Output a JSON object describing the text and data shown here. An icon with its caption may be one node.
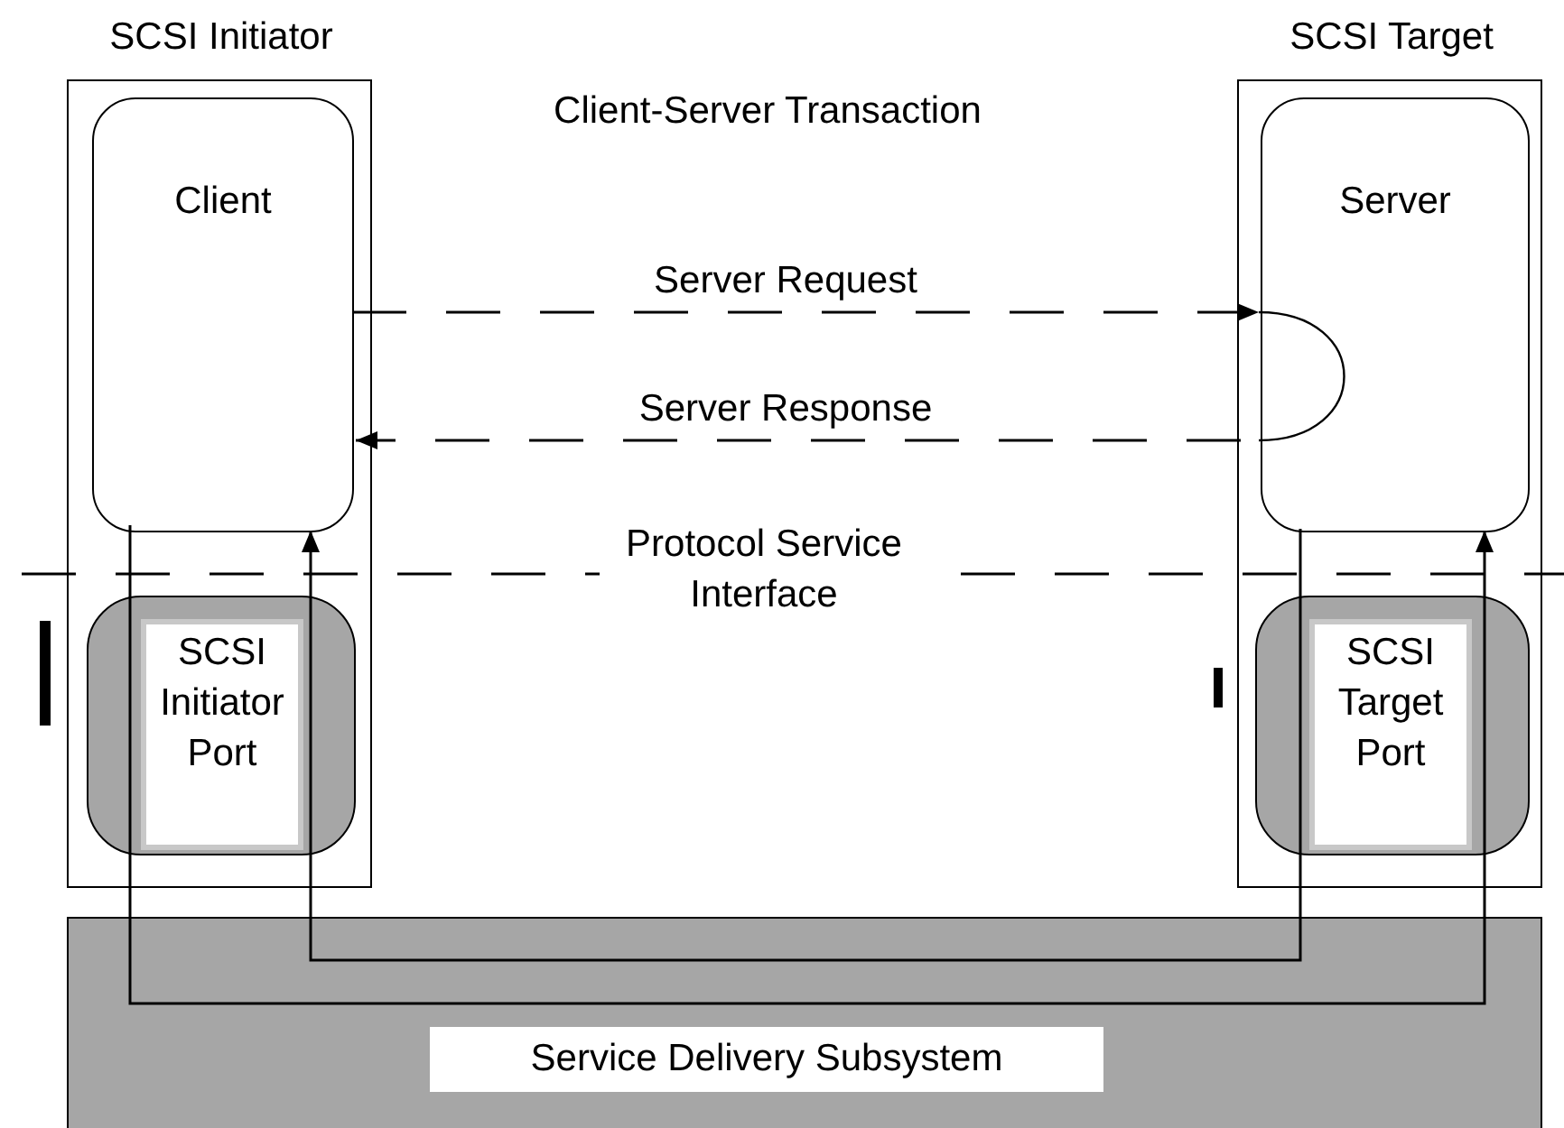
{
  "diagram": {
    "title": "Client-Server Transaction",
    "nodes": [
      {
        "text": [
          "SCSI Initiator"
        ]
      },
      {
        "text": [
          "Client"
        ],
        "in": 0
      },
      {
        "text": [
          "SCSI Initiator Port"
        ],
        "in": 0
      },
      {
        "text": [
          "SCSI Target"
        ]
      },
      {
        "text": [
          "Server"
        ],
        "in": 3
      },
      {
        "text": [
          "SCSI Target Port"
        ],
        "in": 3
      },
      {
        "text": [
          "Service Delivery Subsystem"
        ]
      }
    ],
    "edges": [
      {
        "from": 1,
        "to": 4,
        "arrow": "to",
        "label": "Server Request",
        "style": "dashed"
      },
      {
        "from": 4,
        "to": 1,
        "arrow": "to",
        "label": "Server Response",
        "style": "dashed"
      },
      {
        "from": 1,
        "to": 2,
        "arrow": "none"
      },
      {
        "from": 2,
        "to": 6,
        "arrow": "none"
      },
      {
        "from": 6,
        "to": 5,
        "arrow": "none"
      },
      {
        "from": 5,
        "to": 4,
        "arrow": "to"
      },
      {
        "from": 4,
        "to": 5,
        "arrow": "none"
      },
      {
        "from": 5,
        "to": 6,
        "arrow": "none"
      },
      {
        "from": 6,
        "to": 2,
        "arrow": "none"
      },
      {
        "from": 2,
        "to": 1,
        "arrow": "to"
      }
    ],
    "labels": [
      "Protocol Service Interface"
    ]
  }
}
